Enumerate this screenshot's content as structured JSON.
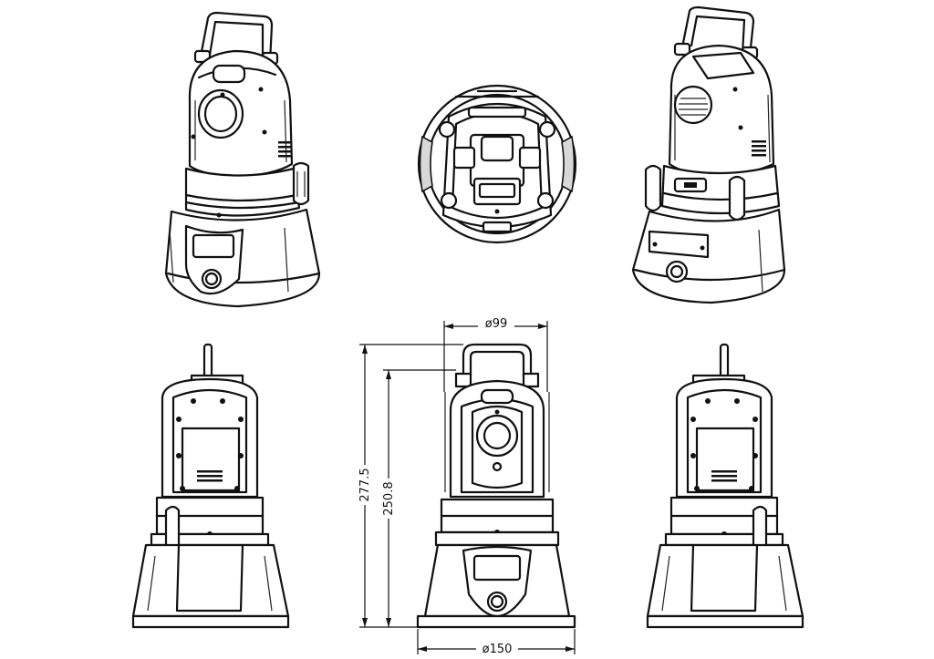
{
  "dimensions": {
    "top_diameter": "ø99",
    "base_diameter": "ø150",
    "overall_height": "277.5",
    "body_height": "250.8"
  },
  "views": [
    {
      "name": "isometric-front"
    },
    {
      "name": "top"
    },
    {
      "name": "isometric-rear"
    },
    {
      "name": "left-side"
    },
    {
      "name": "front"
    },
    {
      "name": "right-side"
    }
  ]
}
